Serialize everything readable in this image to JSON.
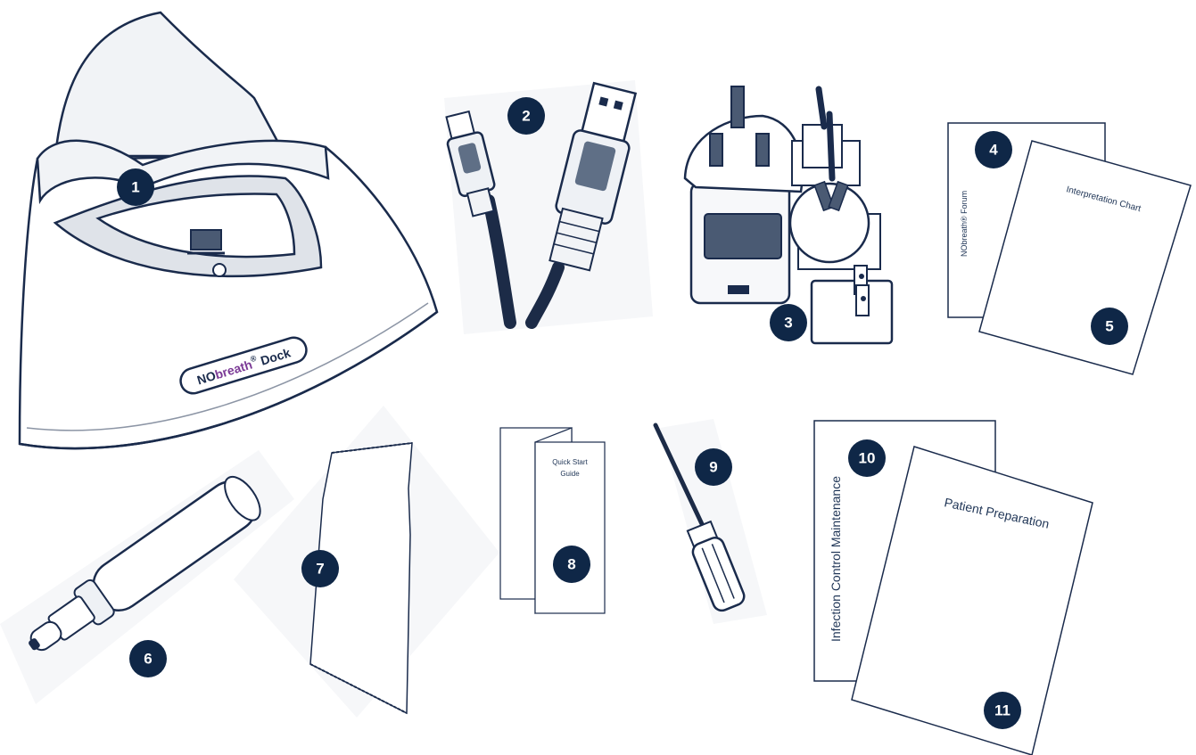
{
  "colors": {
    "outline": "#1a2b4c",
    "badge_fill": "#0f2747",
    "badge_text": "#ffffff",
    "light_fill": "#f1f3f6",
    "shade_fill": "#dfe3e9",
    "dark_panel": "#4a5a73",
    "cable_dark": "#1c2b47",
    "brand_purple": "#7b3a96"
  },
  "dock": {
    "brand_prefix": "NO",
    "brand_main": "breath",
    "brand_reg": "®",
    "brand_suffix": "Dock"
  },
  "documents": {
    "forum_label": "NObreath® Forum",
    "interpretation_chart": "Interpretation Chart",
    "quick_start_line1": "Quick Start",
    "quick_start_line2": "Guide",
    "infection_control": "Infection Control Maintenance",
    "patient_preparation": "Patient Preparation"
  },
  "callouts": [
    "1",
    "2",
    "3",
    "4",
    "5",
    "6",
    "7",
    "8",
    "9",
    "10",
    "11"
  ]
}
